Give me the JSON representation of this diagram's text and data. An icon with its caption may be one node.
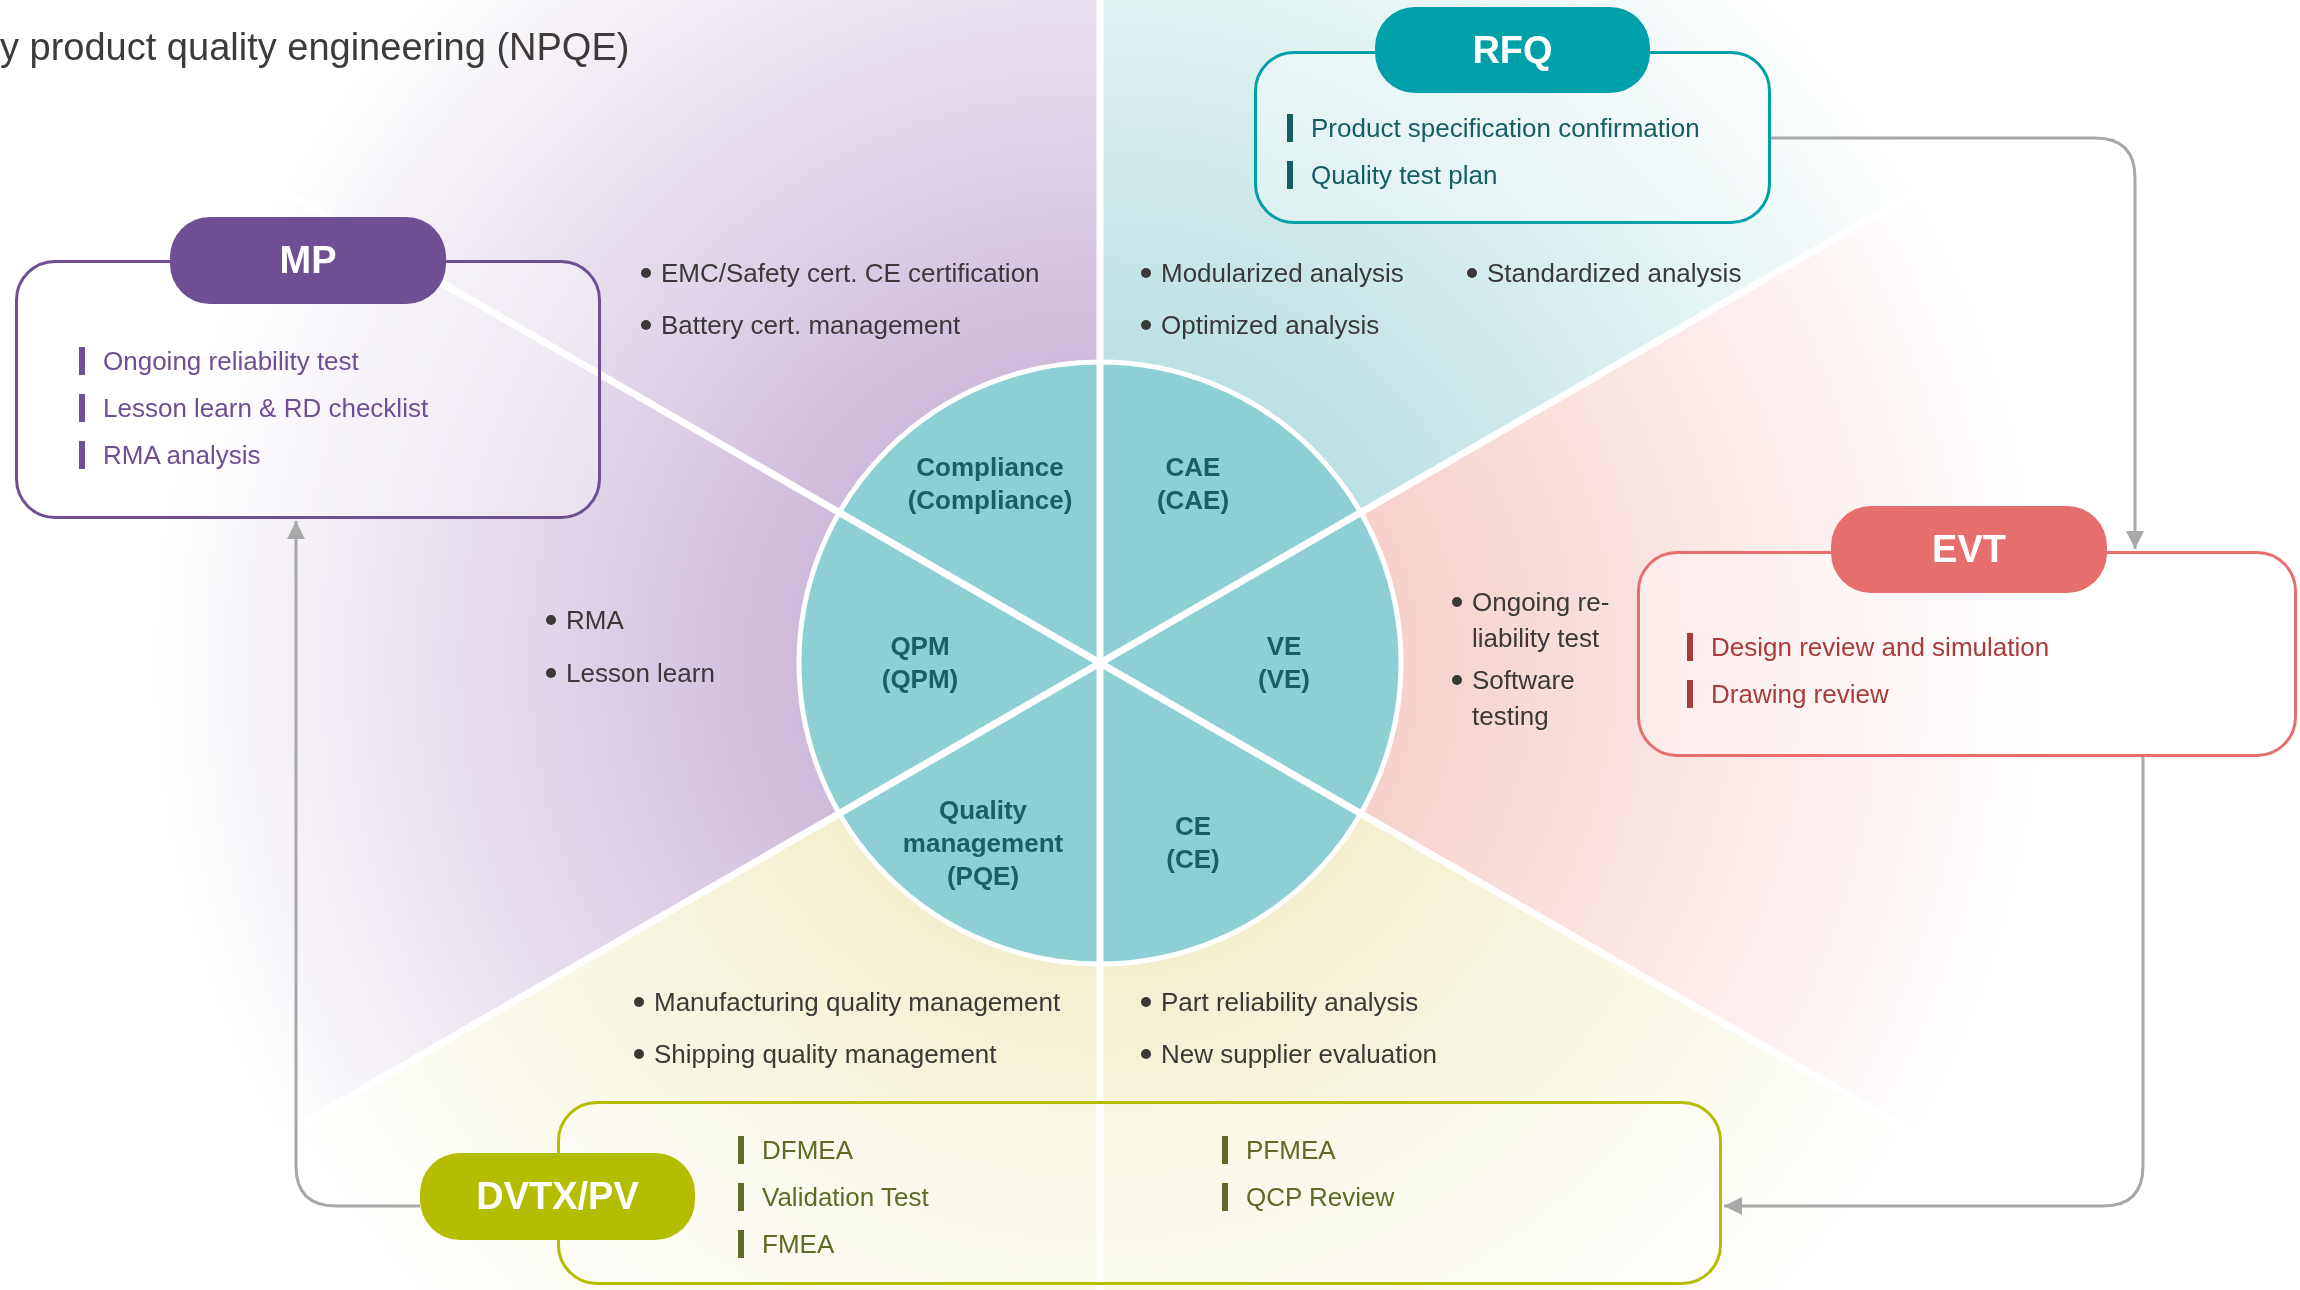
{
  "diagram": {
    "title": "y product quality engineering (NPQE)",
    "nodes": [
      {
        "text": [
          "RFQ",
          "Product specification confirmation",
          "Quality test plan"
        ]
      },
      {
        "text": [
          "MP",
          "Ongoing reliability test",
          "Lesson learn & RD checklist",
          "RMA analysis"
        ]
      },
      {
        "text": [
          "Compliance (Compliance)"
        ]
      },
      {
        "text": [
          "CAE (CAE)"
        ]
      },
      {
        "text": [
          "EVT",
          "Design review and simulation",
          "Drawing review"
        ]
      },
      {
        "text": [
          "QPM (QPM)"
        ]
      },
      {
        "text": [
          "VE (VE)"
        ]
      },
      {
        "text": [
          "Quality management (PQE)"
        ]
      },
      {
        "text": [
          "CE (CE)"
        ]
      },
      {
        "text": [
          "DVTX/PV",
          "DFMEA",
          "Validation Test",
          "FMEA",
          "PFMEA",
          "QCP Review"
        ]
      }
    ],
    "edges": [
      {
        "from": 0,
        "to": 4,
        "arrow": "to"
      },
      {
        "from": 4,
        "to": 9,
        "arrow": "to"
      },
      {
        "from": 9,
        "to": 1,
        "arrow": "to"
      }
    ],
    "labels": [
      "EMC/Safety cert. CE certification",
      "Modularized analysis",
      "Standardized analysis",
      "Battery cert. management",
      "Optimized analysis",
      "RMA",
      "Ongoing re-liability test",
      "Lesson learn",
      "Software testing",
      "Manufacturing quality management",
      "Part reliability analysis",
      "Shipping quality management",
      "New supplier evaluation"
    ]
  }
}
